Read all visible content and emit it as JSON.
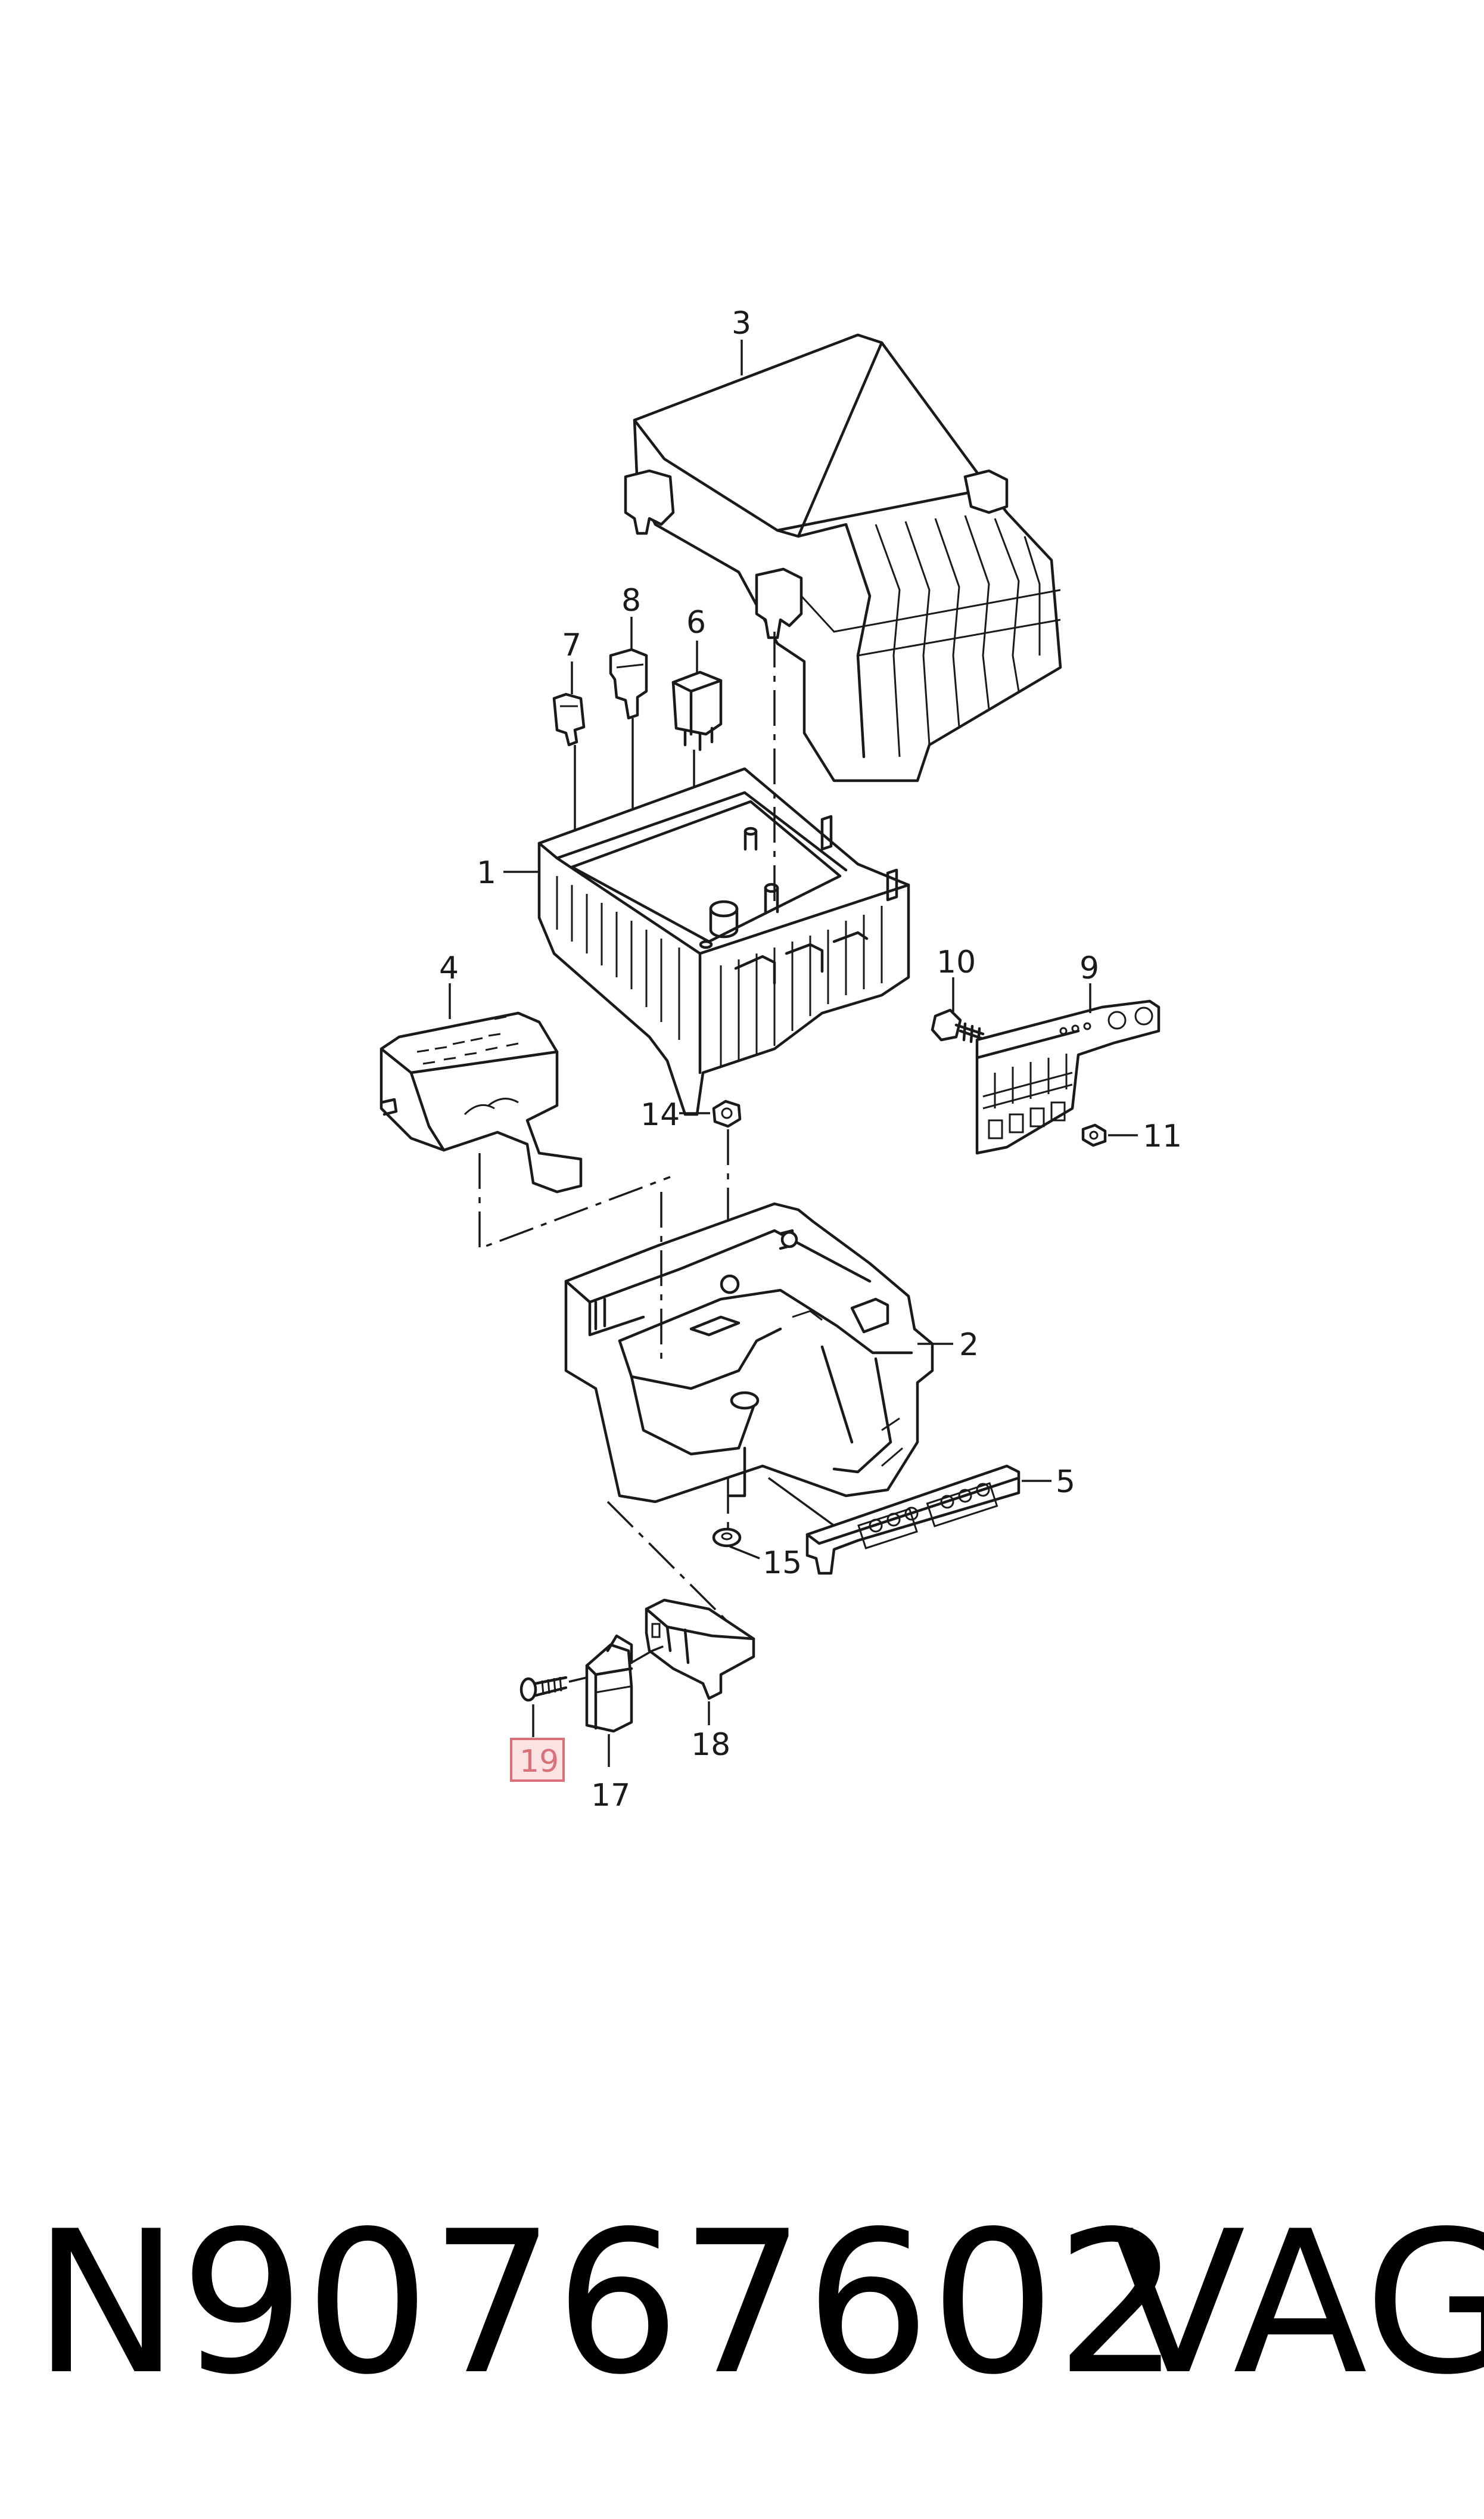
{
  "labels": {
    "l1": "1",
    "l2": "2",
    "l3": "3",
    "l4": "4",
    "l5": "5",
    "l6": "6",
    "l7": "7",
    "l8": "8",
    "l9": "9",
    "l10": "10",
    "l11": "11",
    "l14": "14",
    "l15": "15",
    "l17": "17",
    "l18": "18",
    "l19": "19"
  },
  "highlighted_label": "19",
  "highlight_color": "#d9707a",
  "part_number": "N90767602",
  "brand": "VAG"
}
